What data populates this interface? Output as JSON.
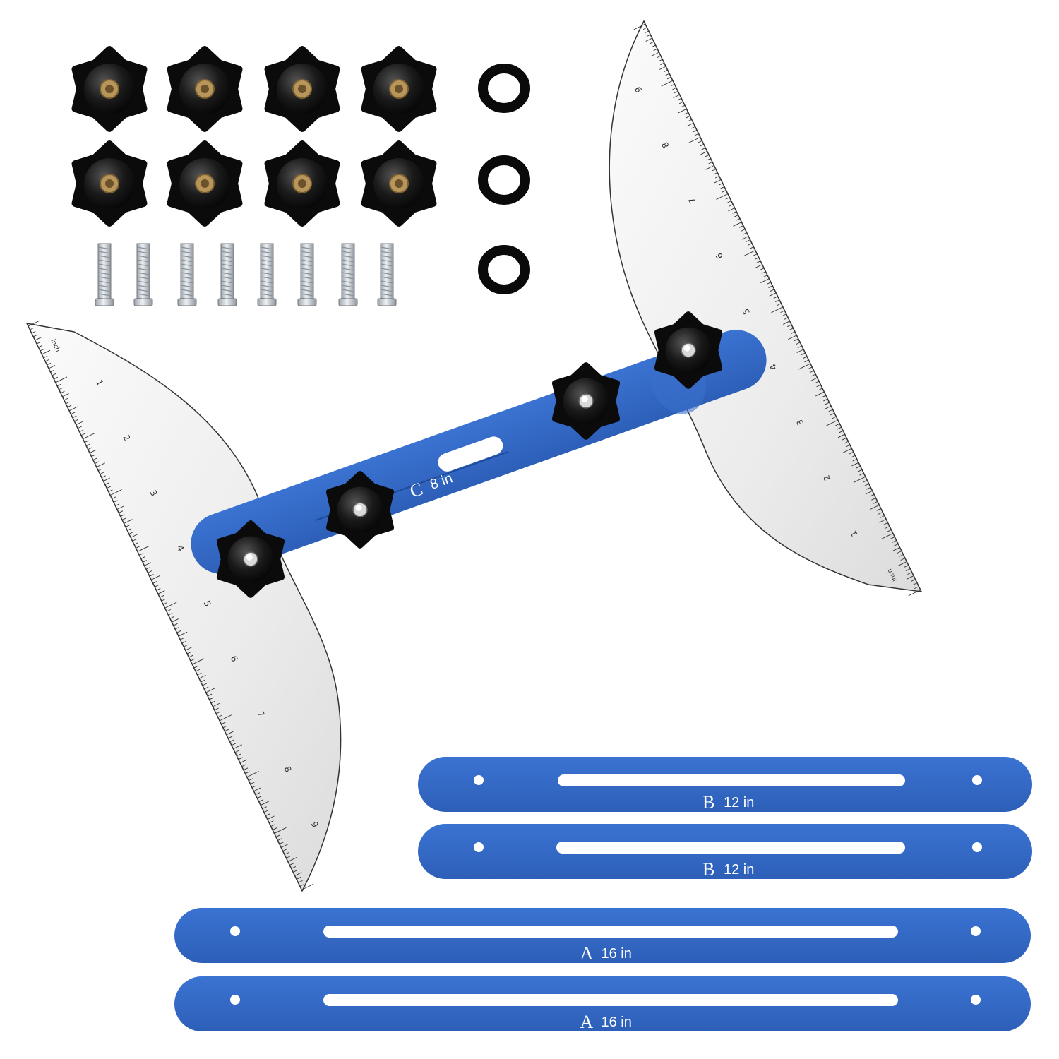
{
  "photo": {
    "background": "#ffffff",
    "accent_blue": "#2f66c6",
    "knob_color": "#111111",
    "brass_color": "#b8955a"
  },
  "parts": {
    "knobs": {
      "count": 8
    },
    "washers": {
      "count": 3
    },
    "bolts": {
      "count": 8
    }
  },
  "assembled_bar": {
    "letter": "C",
    "size": "8 in"
  },
  "bars": [
    {
      "letter": "B",
      "size": "12 in"
    },
    {
      "letter": "B",
      "size": "12 in"
    },
    {
      "letter": "A",
      "size": "16 in"
    },
    {
      "letter": "A",
      "size": "16 in"
    }
  ],
  "rulers": {
    "unit": "inch",
    "left_numbers": [
      "1",
      "2",
      "3",
      "4",
      "5",
      "6",
      "7",
      "8",
      "9"
    ],
    "right_numbers": [
      "1",
      "2",
      "3",
      "4",
      "5",
      "6",
      "7",
      "8",
      "9"
    ]
  }
}
